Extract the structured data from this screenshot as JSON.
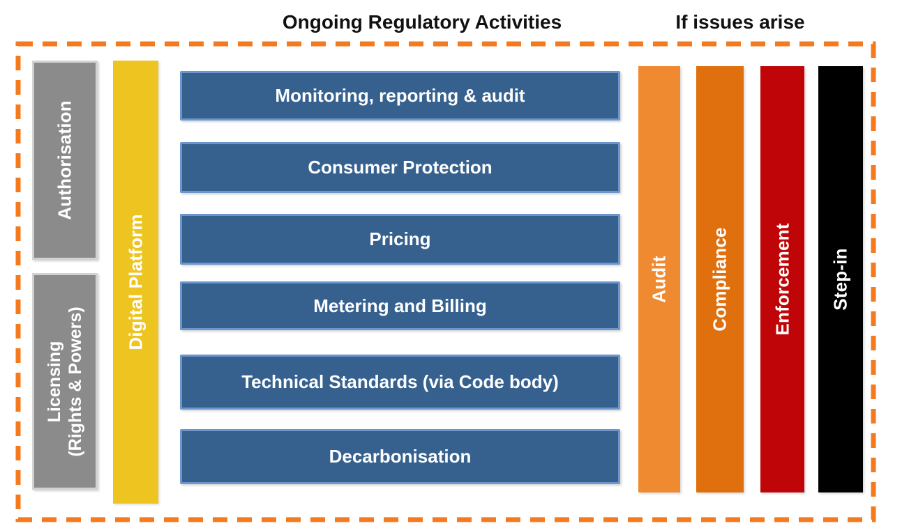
{
  "header": {
    "ongoing_title": "Ongoing Regulatory Activities",
    "issues_title": "If issues arise"
  },
  "entry_column": {
    "authorisation_label": "Authorisation",
    "licensing_line1": "Licensing",
    "licensing_line2": "(Rights & Powers)"
  },
  "digital_platform": {
    "label": "Digital Platform",
    "color": "#EEC420"
  },
  "activities": {
    "items": [
      {
        "label": "Monitoring, reporting & audit"
      },
      {
        "label": "Consumer Protection"
      },
      {
        "label": "Pricing"
      },
      {
        "label": "Metering and Billing"
      },
      {
        "label": "Technical Standards (via Code body)"
      },
      {
        "label": "Decarbonisation"
      }
    ],
    "box_color": "#36618F",
    "box_border_color": "#6C96CE",
    "text_color": "#FFFFFF"
  },
  "escalation": {
    "items": [
      {
        "label": "Audit",
        "color": "#F08A30"
      },
      {
        "label": "Compliance",
        "color": "#E0700E"
      },
      {
        "label": "Enforcement",
        "color": "#C00508"
      },
      {
        "label": "Step-in",
        "color": "#000000"
      }
    ]
  },
  "frame": {
    "dash_color": "#F5791D",
    "gray_box_color": "#8B8B8B",
    "gray_box_border_color": "#D2D2D2"
  }
}
